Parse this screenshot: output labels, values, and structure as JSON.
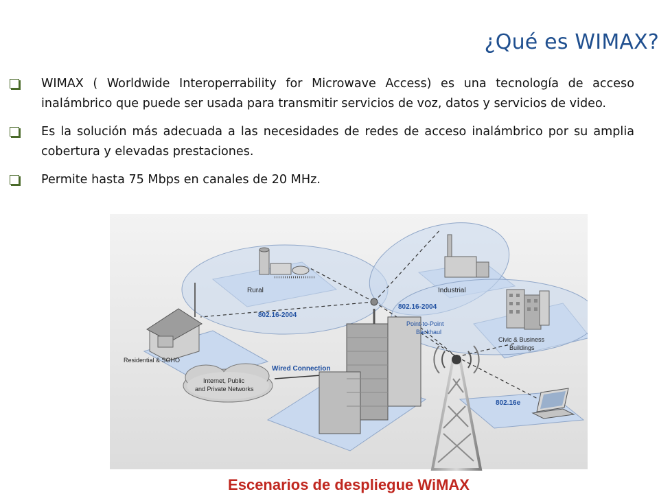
{
  "slide": {
    "title": "¿Qué es WIMAX?",
    "bullets": [
      "WIMAX ( Worldwide Interoperrability for Microwave Access) es una tecnología de acceso inalámbrico que puede ser usada para transmitir servicios de voz, datos y servicios de video.",
      "Es la solución más adecuada a las necesidades de redes de acceso inalámbrico por su amplia cobertura y elevadas prestaciones.",
      "Permite hasta 75 Mbps en canales de 20 MHz."
    ]
  },
  "diagram": {
    "labels": {
      "rural": "Rural",
      "industrial": "Industrial",
      "residential": "Residential & SOHO",
      "civic_1": "Civic & Business",
      "civic_2": "Buildings",
      "std_left": "802.16-2004",
      "std_right": "802.16-2004",
      "ptp_1": "Point-to-Point",
      "ptp_2": "Backhaul",
      "wired": "Wired Connection",
      "cloud_1": "Internet, Public",
      "cloud_2": "and Private Networks",
      "mobile": "802.16e"
    },
    "caption": "Escenarios de despliegue WiMAX",
    "colors": {
      "zone_fill": "#c9d9ef",
      "zone_stroke": "#8fa6c8",
      "label_blue": "#1f4fa0",
      "caption_red": "#c0271f"
    }
  }
}
